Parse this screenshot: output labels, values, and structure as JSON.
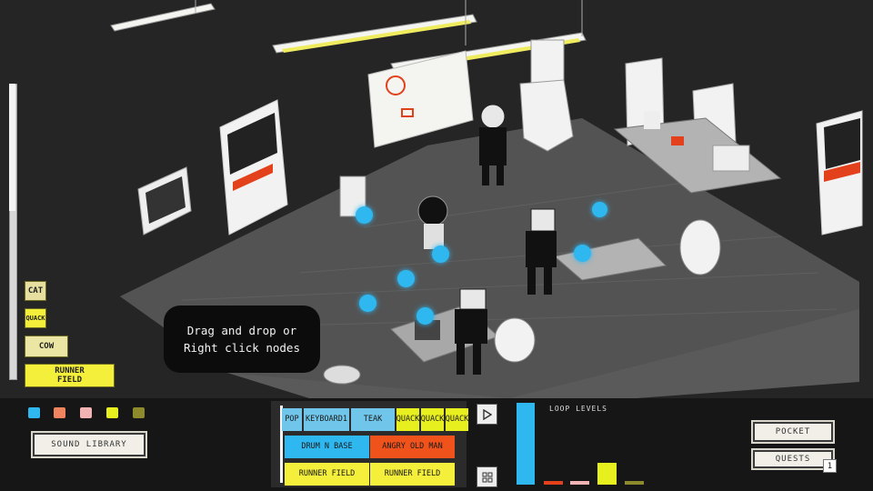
{
  "tooltip": {
    "line1": "Drag and drop or",
    "line2": "Right click nodes"
  },
  "node_color": "#2fb7f0",
  "left_panel": {
    "items": [
      {
        "label": "CAT",
        "color": "#e6dfa0"
      },
      {
        "label": "QUACK",
        "color": "#f4ef3a"
      },
      {
        "label": "COW",
        "color": "#ece6a4"
      },
      {
        "label": "RUNNER FIELD",
        "color": "#f4ef3a"
      }
    ]
  },
  "palette": [
    "#2fb7f0",
    "#f0845e",
    "#f4b3b3",
    "#e8ef1f",
    "#8d8a2c"
  ],
  "sound_library": {
    "label": "SOUND LIBRARY"
  },
  "sequencer": {
    "row1": [
      {
        "label": "POP",
        "color": "#6fc6ea"
      },
      {
        "label": "KEYBOARD1",
        "color": "#6fc6ea"
      },
      {
        "label": "TEAK",
        "color": "#6fc6ea"
      },
      {
        "label": "QUACK",
        "color": "#e8ef1f"
      },
      {
        "label": "QUACK",
        "color": "#e8ef1f"
      },
      {
        "label": "QUACK",
        "color": "#e8ef1f"
      }
    ],
    "row2": [
      {
        "label": "DRUM N BASE",
        "color": "#2fb7f0"
      },
      {
        "label": "ANGRY OLD MAN",
        "color": "#f0521c"
      }
    ],
    "row3": [
      {
        "label": "RUNNER FIELD",
        "color": "#f4ef3a"
      },
      {
        "label": "RUNNER FIELD",
        "color": "#f4ef3a"
      }
    ]
  },
  "controls": {
    "play_icon": "play-icon",
    "grid_icon": "grid-icon"
  },
  "loop_levels": {
    "title": "LOOP LEVELS",
    "levels": [
      {
        "value": 1.0,
        "color": "#2fb7f0"
      },
      {
        "value": 0.04,
        "color": "#e2411c"
      },
      {
        "value": 0.04,
        "color": "#f4b3b3"
      },
      {
        "value": 0.27,
        "color": "#e8ef1f"
      },
      {
        "value": 0.04,
        "color": "#8d8a2c"
      }
    ]
  },
  "right_buttons": {
    "pocket": "POCKET",
    "quests": "QUESTS",
    "quests_badge": "1"
  }
}
